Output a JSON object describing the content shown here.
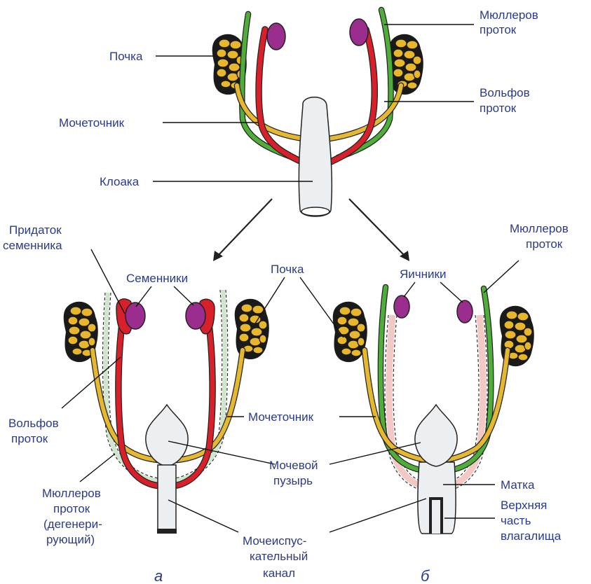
{
  "top": {
    "kidney": "Почка",
    "ureter": "Мочеточник",
    "cloaca": "Клоака",
    "muller_1": "Мюллеров",
    "muller_2": "проток",
    "wolff_1": "Вольфов",
    "wolff_2": "проток"
  },
  "male": {
    "epididymis_1": "Придаток",
    "epididymis_2": "семенника",
    "testes": "Семенники",
    "wolff_1": "Вольфов",
    "wolff_2": "проток",
    "muller_1": "Мюллеров",
    "muller_2": "проток",
    "muller_3": "(дегенери-",
    "muller_4": "рующий)",
    "letter": "а"
  },
  "shared": {
    "kidney": "Почка",
    "ureter": "Мочеточник",
    "bladder_1": "Мочевой",
    "bladder_2": "пузырь",
    "urethra_1": "Мочеиспус-",
    "urethra_2": "кательный",
    "urethra_3": "канал"
  },
  "female": {
    "ovaries": "Яичники",
    "muller_1": "Мюллеров",
    "muller_2": "проток",
    "uterus": "Матка",
    "vagina_1": "Верхняя",
    "vagina_2": "часть",
    "vagina_3": "влагалища",
    "letter": "б"
  },
  "colors": {
    "ureter": "#e6b830",
    "wolffian_duct": "#d8202a",
    "mullerian_duct": "#4fae3a",
    "gonad": "#9b2d8e",
    "kidney": "#e8b62a"
  }
}
